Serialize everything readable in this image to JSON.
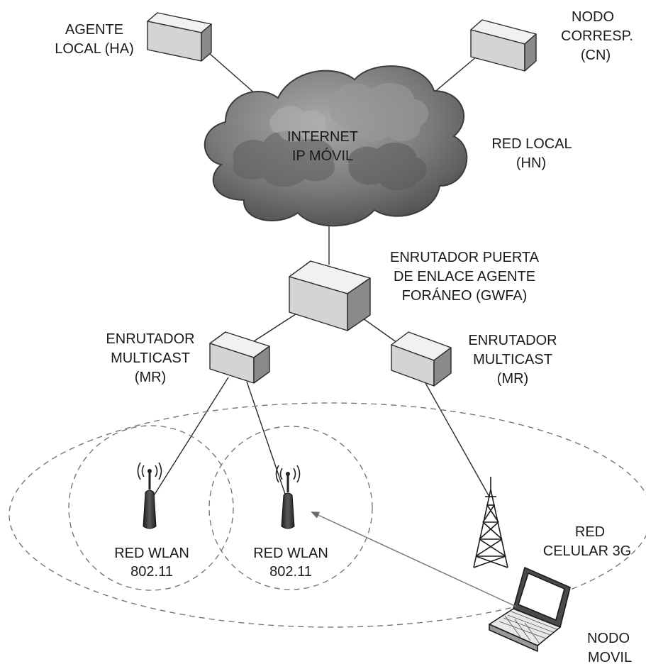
{
  "labels": {
    "ha_line1": "AGENTE",
    "ha_line2": "LOCAL (HA)",
    "cn_line1": "NODO",
    "cn_line2": "CORRESP.",
    "cn_line3": "(CN)",
    "internet_line1": "INTERNET",
    "internet_line2": "IP MÓVIL",
    "hn_line1": "RED LOCAL",
    "hn_line2": "(HN)",
    "gw_line1": "ENRUTADOR PUERTA",
    "gw_line2": "DE ENLACE AGENTE",
    "gw_line3": "FORÁNEO (GWFA)",
    "mr_left_line1": "ENRUTADOR",
    "mr_left_line2": "MULTICAST",
    "mr_left_line3": "(MR)",
    "mr_right_line1": "ENRUTADOR",
    "mr_right_line2": "MULTICAST",
    "mr_right_line3": "(MR)",
    "wlan1_line1": "RED WLAN",
    "wlan1_line2": "802.11",
    "wlan2_line1": "RED WLAN",
    "wlan2_line2": "802.11",
    "cell_line1": "RED",
    "cell_line2": "CELULAR 3G",
    "mn_line1": "NODO",
    "mn_line2": "MOVIL"
  },
  "colors": {
    "line": "#2a2a2a",
    "box_face": "#d4d4d4",
    "box_top": "#f1f1f1",
    "box_side": "#8a8a8a",
    "cloud": "#7c7c7c",
    "dash": "#6e6e6e",
    "arrow": "#7a7a7a"
  },
  "icons": {
    "ha": "server-box-icon",
    "cn": "server-box-icon",
    "gateway": "router-box-icon",
    "mr_left": "router-box-icon",
    "mr_right": "router-box-icon",
    "cloud": "cloud-icon",
    "ap1": "wireless-antenna-icon",
    "ap2": "wireless-antenna-icon",
    "tower": "cell-tower-icon",
    "laptop": "laptop-icon"
  }
}
